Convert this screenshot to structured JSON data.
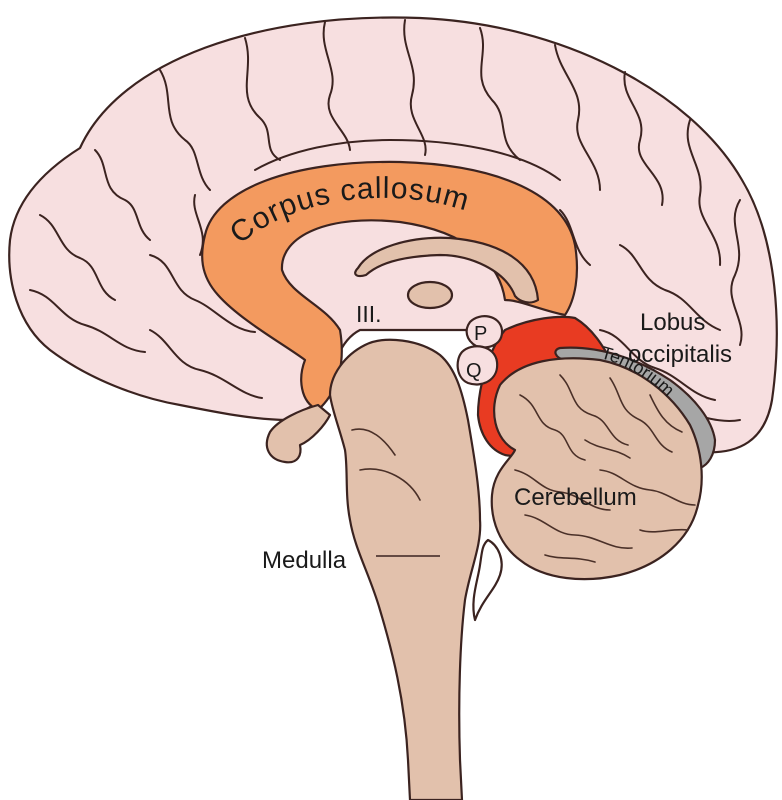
{
  "labels": {
    "corpus_callosum": "Corpus callosum",
    "third_ventricle": "III.",
    "p": "P",
    "q": "Q",
    "lobus": "Lobus",
    "occipitalis": "occipitalis",
    "tentorium": "Tentorium",
    "cerebellum": "Cerebellum",
    "medulla": "Medulla"
  },
  "colors": {
    "cortex": "#f7dfe0",
    "corpus_callosum": "#f39a5f",
    "brainstem": "#e2c1ac",
    "midbrain_tectum": "#e83b22",
    "tentorium": "#a6a6a6",
    "outline": "#3b2320"
  }
}
